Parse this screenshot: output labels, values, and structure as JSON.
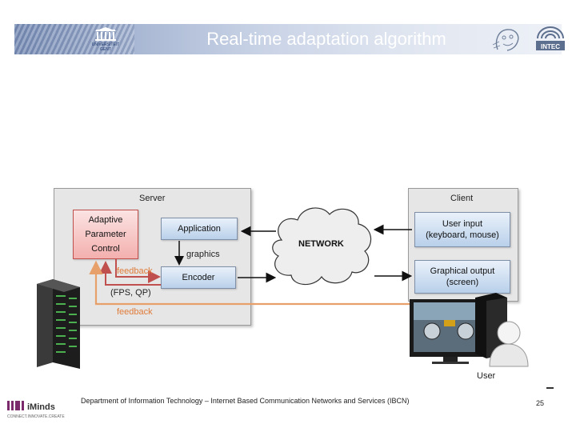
{
  "header": {
    "title": "Real-time adaptation algorithm",
    "logo_left": "UNIVERSITEIT GENT",
    "logo_right": "INTEC"
  },
  "diagram": {
    "server_title": "Server",
    "client_title": "Client",
    "apc_lines": [
      "Adaptive",
      "Parameter",
      "Control"
    ],
    "application": "Application",
    "encoder": "Encoder",
    "graphics": "graphics",
    "feedback_top": "feedback",
    "fps_qp": "(FPS, QP)",
    "feedback_bottom": "feedback",
    "network": "NETWORK",
    "user_input_line1": "User input",
    "user_input_line2": "(keyboard, mouse)",
    "graphical_output_line1": "Graphical output",
    "graphical_output_line2": "(screen)",
    "user": "User"
  },
  "footer": {
    "department": "Department of Information Technology – Internet Based Communication Networks and Services (IBCN)",
    "page": "25",
    "logo": "iMinds",
    "logo_sub": "CONNECT.INNOVATE.CREATE"
  },
  "colors": {
    "feedback_red": "#c0504d",
    "feedback_orange": "#e8a06a",
    "box_blue": "#b9d0ea"
  }
}
